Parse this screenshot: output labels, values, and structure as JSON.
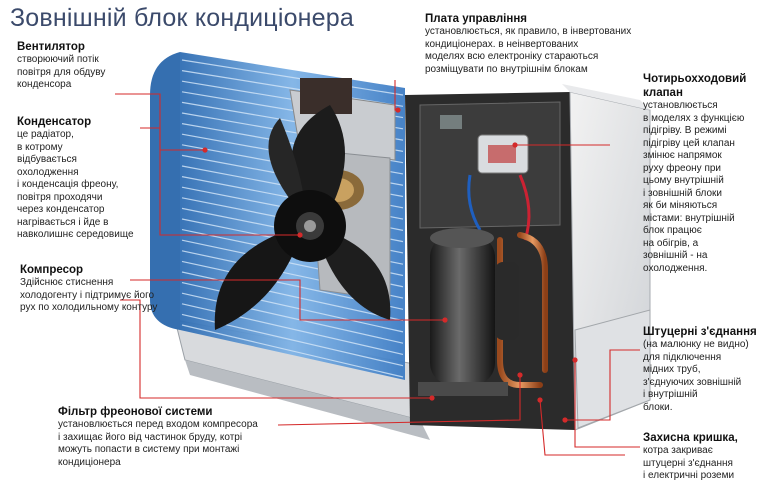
{
  "title": "Зовнішній блок кондиціонера",
  "colors": {
    "leader": "#d42a2a",
    "title": "#3b4a6b",
    "coil": "#4a86c8"
  },
  "labels": {
    "fan": {
      "heading": "Вентилятор",
      "text": "створюючий потік\nповітря для обдуву\nконденсора"
    },
    "condenser": {
      "heading": "Конденсатор",
      "text": "це радіатор,\nв котрому\nвідбувається\nохолодження\nі конденсація фреону,\nповітря проходячи\nчерез конденсатор\nнагрівається і йде в\nнавколишнє середовище"
    },
    "compressor": {
      "heading": "Компресор",
      "text": "Здійснює  стиснення\nхолодогенту і підтримує його\nрух по холодильному контуру"
    },
    "filter": {
      "heading": "Фільтр фреонової системи",
      "text": "установлюється перед входом компресора\nі захищає його від частинок бруду, котрі\nможуть попасти в систему при монтажі\nкондиціонера"
    },
    "board": {
      "heading": "Плата управління",
      "text": "установлюється, як правило, в інвертованих\nкондиціонерах. в неінвертованих\nмоделях всю електроніку стараються\nрозміщувати по внутрішнім блокам"
    },
    "valve": {
      "heading": "Чотирьохходовий\nклапан",
      "text": "установлюється\nв моделях з функцією\nпідігріву. В режимі\nпідігріву цей клапан\nзмінює напрямок\nруху фреону при\nцьому внутрішній\nі зовнішній блоки\nяк би міняються\nмістами: внутрішній\nблок працює\nна обігрів, а\nзовнішній - на\nохолодження."
    },
    "fittings": {
      "heading": "Штуцерні з'єднання",
      "text": "(на малюнку не видно)\nдля підключення\nмідних труб,\nз'єднуючих зовнішній\nі внутрішній\nблоки."
    },
    "cover": {
      "heading": "Захисна кришка,",
      "text": "котра закриває\nштуцерні з'єднання\nі електричні роземи"
    }
  }
}
